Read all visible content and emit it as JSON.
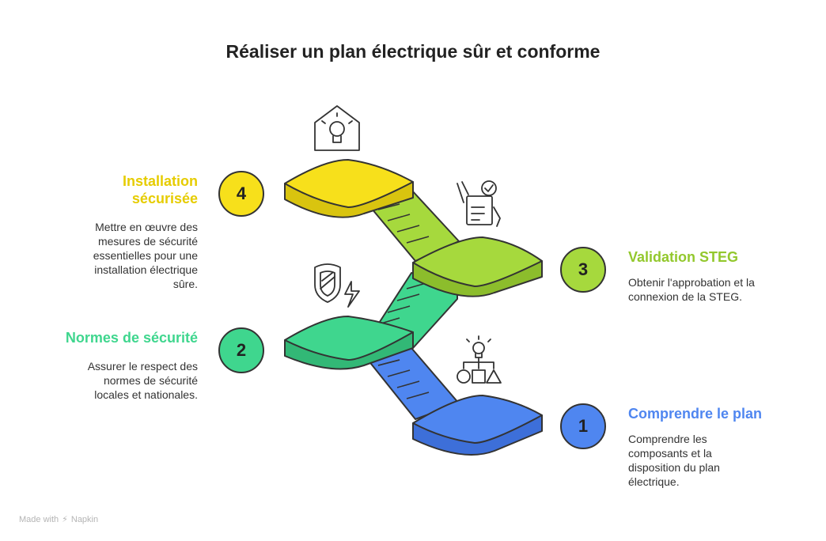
{
  "title": "Réaliser un plan électrique sûr et conforme",
  "steps": [
    {
      "number": "1",
      "title": "Comprendre le plan",
      "description": "Comprendre les composants et la disposition du plan électrique.",
      "color": "#4f86f0",
      "icon": "lightbulb-hierarchy-icon"
    },
    {
      "number": "2",
      "title": "Normes de sécurité",
      "description": "Assurer le respect des normes de sécurité locales et nationales.",
      "color": "#3fd68e",
      "icon": "shield-lightning-icon"
    },
    {
      "number": "3",
      "title": "Validation STEG",
      "description": "Obtenir l'approbation et la connexion de la STEG.",
      "color": "#a6d93d",
      "icon": "approval-document-icon"
    },
    {
      "number": "4",
      "title": "Installation sécurisée",
      "description": "Mettre en œuvre des mesures de sécurité essentielles pour une installation électrique sûre.",
      "color": "#f7e01b",
      "icon": "house-lightbulb-icon"
    }
  ],
  "footer": {
    "made_with": "Made with",
    "brand": "Napkin"
  }
}
